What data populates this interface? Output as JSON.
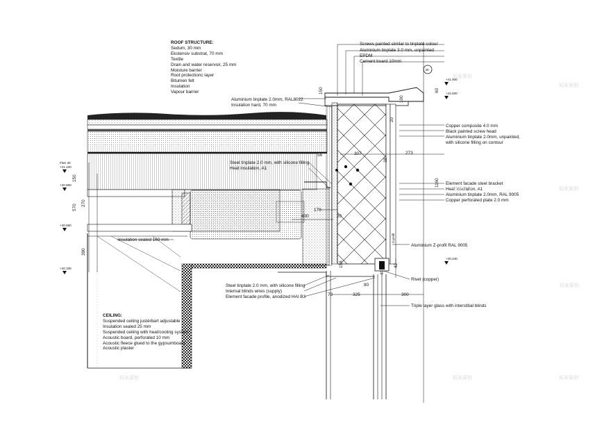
{
  "roof_structure": {
    "heading": "ROOF STRUCTURE:",
    "layers": [
      "Sedum, 30 mm",
      "Ekstensiv substrat, 70 mm",
      "Textile",
      "Drain and water reservoir, 25 mm",
      "Moisture barrier",
      "Root protectionc layer",
      "Bitumen felt",
      "Insulation",
      "Vapour barrier"
    ]
  },
  "ceiling": {
    "heading": "CEILING:",
    "layers": [
      "Suspended ceiling justérbart adjustable",
      "Insulation sealed 25 mm",
      "Suspended ceiling with heat/cooling system",
      "Acoustic board, perforated 10 mm",
      "Acoustic fleece glued to the gypsumboard",
      "Acoustic plaster"
    ]
  },
  "annotations": {
    "screws": "Screws painted similar to tinplate colour",
    "alu_unpainted": "Aluminium tinplate 3.0 mm, unpainted",
    "epdm": "EPDM",
    "cement": "Cement board 10mm",
    "alu_ral8022": "Aluminium tinplate 2.0mm, RAL8022",
    "ins_hard": "Insulation hard, 70 mm",
    "copper_comp": "Copper composite 4.0 mm",
    "black_screw": "Black painted screw head",
    "alu_unpainted2": "Aluminium tinplate 2.0mm, unpainted,",
    "alu_unpainted2b": "with silicone filling on contour",
    "steel_sil_top": "Steel tinplate 2.0 mm,  with silicone filling",
    "heat_a1_left": "Heat insulation, A1",
    "bracket": "Element facade steel bracket",
    "heat_a1": "Heat insulation, A1",
    "alu_ral9005": "Aluminium tinplate 2.0mm, RAL 9005",
    "copper_perf": "Copper perforated plate 2.0 mm",
    "ins_sealed": "Insulation sealed 160 mm",
    "z_profil": "Aluminium Z-profil RAL 9005",
    "rivet": "Rivet (copper)",
    "steel_sil_bot": "Steel tinplate 2.0 mm,  with silicone filling",
    "blinds": "Internal blinds wires (supply)",
    "profile": "Element facade profile, anodized HAI B3",
    "triple": "Triple layer glass with interstitial blinds",
    "detail_ref": "26"
  },
  "dimensions": {
    "d150_top": "150",
    "d100": "100",
    "d60_top": "60",
    "d20": "20",
    "d56": "56",
    "d307": "307",
    "d273": "273",
    "d38": "38",
    "d1160": "1160",
    "d170": "170",
    "d400": "400",
    "d20b": "20",
    "d150_left": "150",
    "d570": "570",
    "d270": "270",
    "d390": "390",
    "d158": "158",
    "d80": "80",
    "d40": "40",
    "d42": "42",
    "d78": "78",
    "d325": "325",
    "d300": "300",
    "d_z": "Z-profil"
  },
  "levels": {
    "top_left": "Fløn 30",
    "top_left2": "+41.100",
    "l1": "+40.800",
    "l2": "+40.660",
    "l3": "+40.330",
    "r1": "+41.900",
    "r2": "+41.600",
    "r3": "+40.440"
  },
  "watermark": "知末案例"
}
